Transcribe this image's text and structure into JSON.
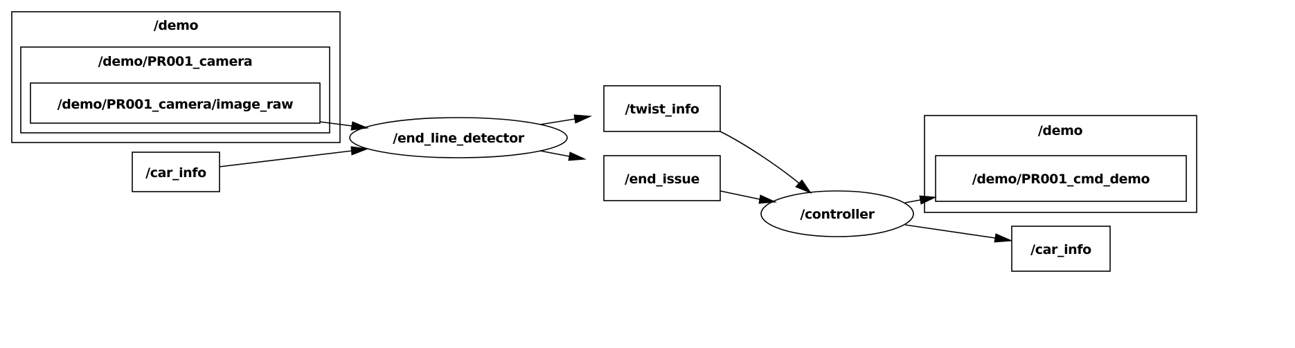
{
  "graph": {
    "clusters": {
      "demo_left": "/demo",
      "camera": "/demo/PR001_camera",
      "demo_right": "/demo"
    },
    "topics": {
      "image_raw": "/demo/PR001_camera/image_raw",
      "car_info_in": "/car_info",
      "twist_info": "/twist_info",
      "end_issue": "/end_issue",
      "cmd_demo": "/demo/PR001_cmd_demo",
      "car_info_out": "/car_info"
    },
    "nodes": {
      "end_line_detector": "/end_line_detector",
      "controller": "/controller"
    }
  }
}
